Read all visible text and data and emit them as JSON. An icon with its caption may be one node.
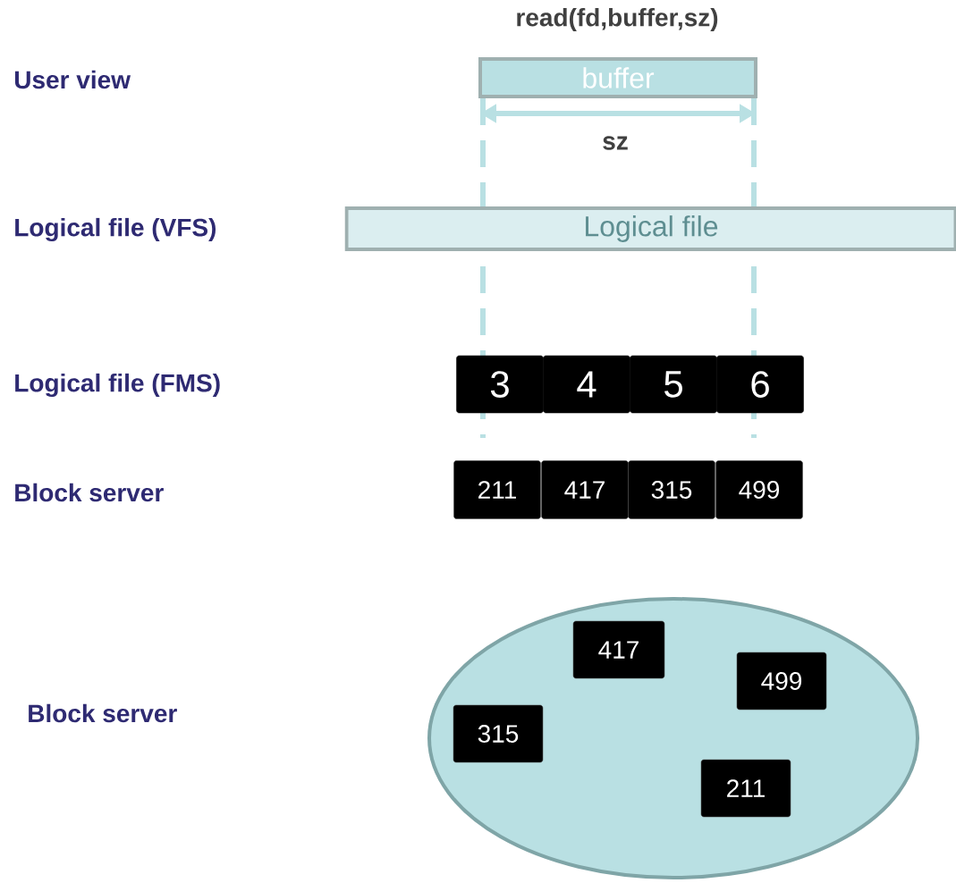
{
  "diagram": {
    "nodes": [
      {
        "text": [
          "buffer"
        ]
      },
      {
        "text": [
          "Logical file"
        ]
      },
      {
        "text": [
          "3"
        ]
      },
      {
        "text": [
          "4"
        ]
      },
      {
        "text": [
          "5"
        ]
      },
      {
        "text": [
          "6"
        ]
      },
      {
        "text": [
          "211"
        ]
      },
      {
        "text": [
          "417"
        ]
      },
      {
        "text": [
          "315"
        ]
      },
      {
        "text": [
          "499"
        ]
      },
      {
        "text": [],
        "shape": "circle"
      },
      {
        "text": [
          "417"
        ],
        "in": 10
      },
      {
        "text": [
          "499"
        ],
        "in": 10
      },
      {
        "text": [
          "315"
        ],
        "in": 10
      },
      {
        "text": [
          "211"
        ],
        "in": 10
      }
    ],
    "labels": [
      "read(fd,buffer,sz)",
      "User view",
      "sz",
      "Logical file (VFS)",
      "Logical file (FMS)",
      "Block server",
      "Block server"
    ]
  }
}
